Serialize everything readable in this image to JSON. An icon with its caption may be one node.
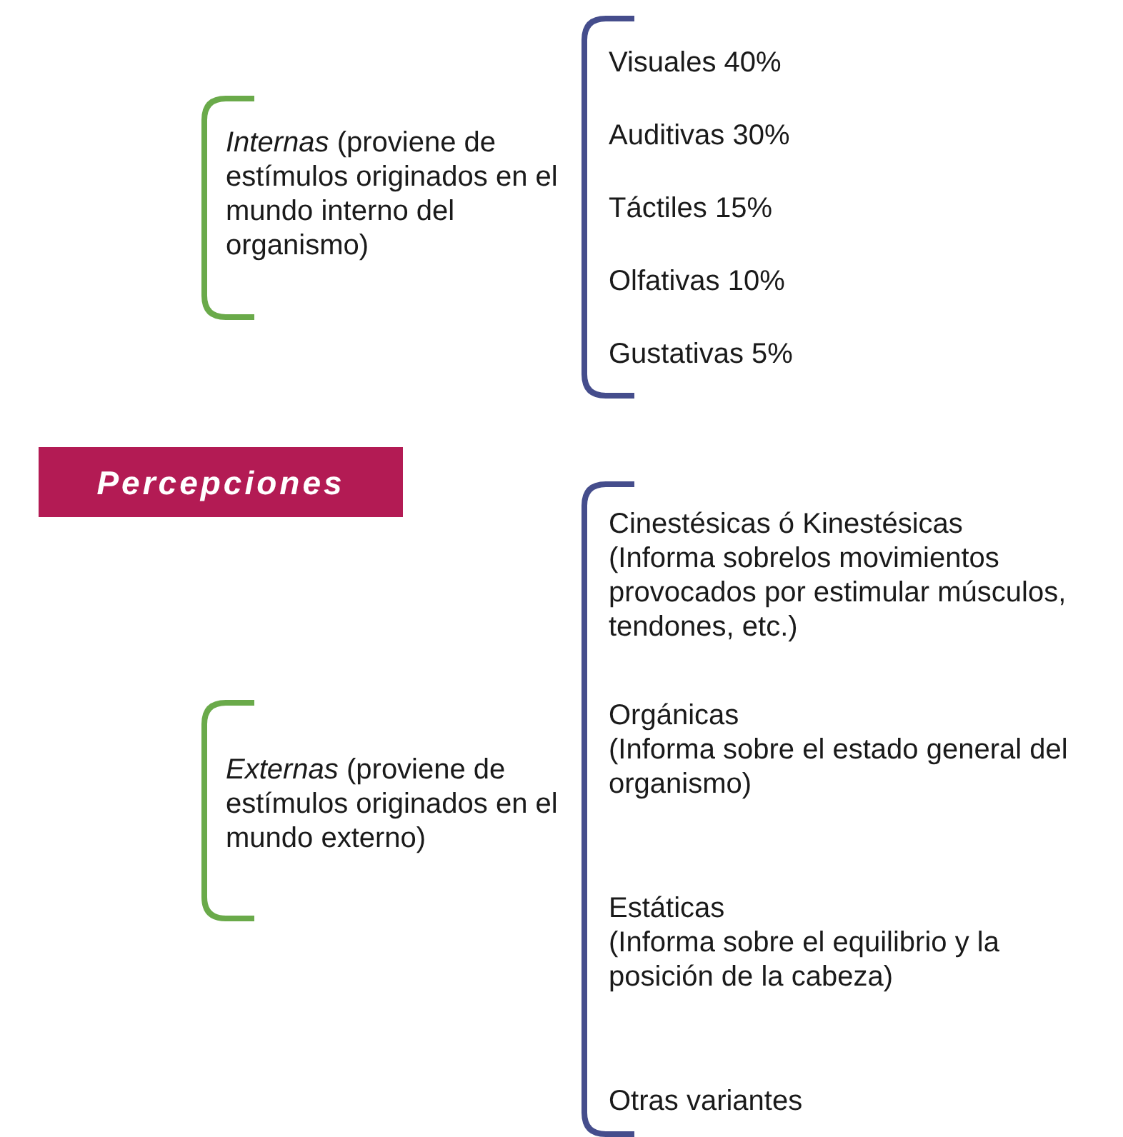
{
  "diagram": {
    "nodes": [
      {
        "text": [
          "Percepciones"
        ]
      },
      {
        "text": [
          "*Internas* (proviene de estímulos originados en el mundo interno del organismo)"
        ]
      },
      {
        "text": [
          "*Externas* (proviene de estímulos originados en el mundo externo)"
        ]
      },
      {
        "text": [
          "Visuales 40%"
        ]
      },
      {
        "text": [
          "Auditivas 30%"
        ]
      },
      {
        "text": [
          "Táctiles 15%"
        ]
      },
      {
        "text": [
          "Olfativas 10%"
        ]
      },
      {
        "text": [
          "Gustativas 5%"
        ]
      },
      {
        "text": [
          "Cinestésicas ó Kinestésicas",
          "(Informa sobrelos movimientos provocados por estimular músculos, tendones, etc.)"
        ]
      },
      {
        "text": [
          "Orgánicas",
          "(Informa sobre el estado general del organismo)"
        ]
      },
      {
        "text": [
          "Estáticas",
          "(Informa sobre el equilibrio y la posición de la cabeza)"
        ]
      },
      {
        "text": [
          "Otras variantes"
        ]
      }
    ]
  }
}
